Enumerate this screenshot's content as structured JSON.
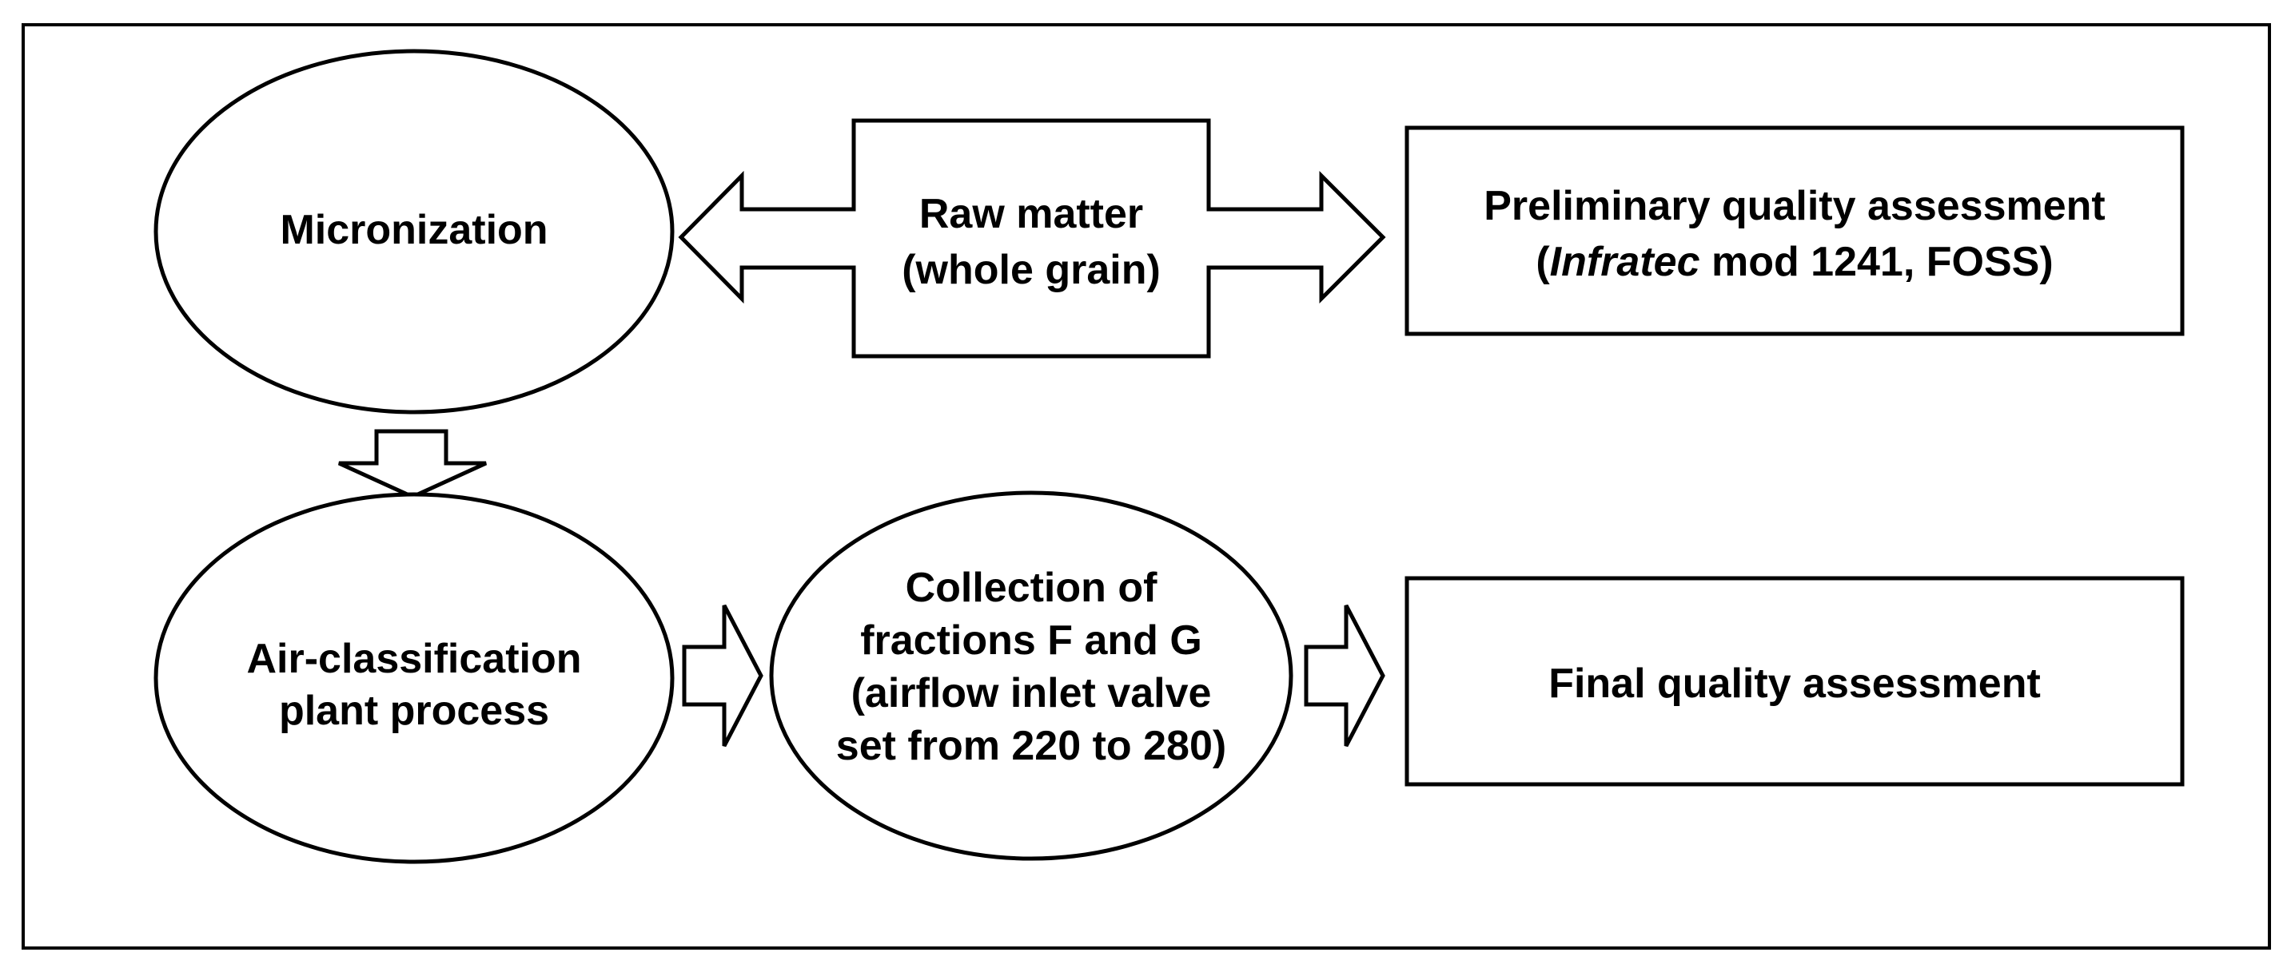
{
  "diagram": {
    "nodes": {
      "micronization": {
        "lines": [
          "Micronization"
        ]
      },
      "raw_matter": {
        "lines": [
          "Raw matter",
          "(whole grain)"
        ]
      },
      "preliminary": {
        "lines": [
          "Preliminary quality assessment"
        ],
        "line2_italic": "Infratec",
        "line2_rest": " mod 1241, FOSS)",
        "line2_open": "("
      },
      "air_classification": {
        "lines": [
          "Air-classification",
          "plant process"
        ]
      },
      "collection": {
        "lines": [
          "Collection of",
          "fractions  F and G",
          "(airflow inlet valve",
          "set from 220 to 280)"
        ]
      },
      "final": {
        "lines": [
          "Final quality assessment"
        ]
      }
    }
  }
}
